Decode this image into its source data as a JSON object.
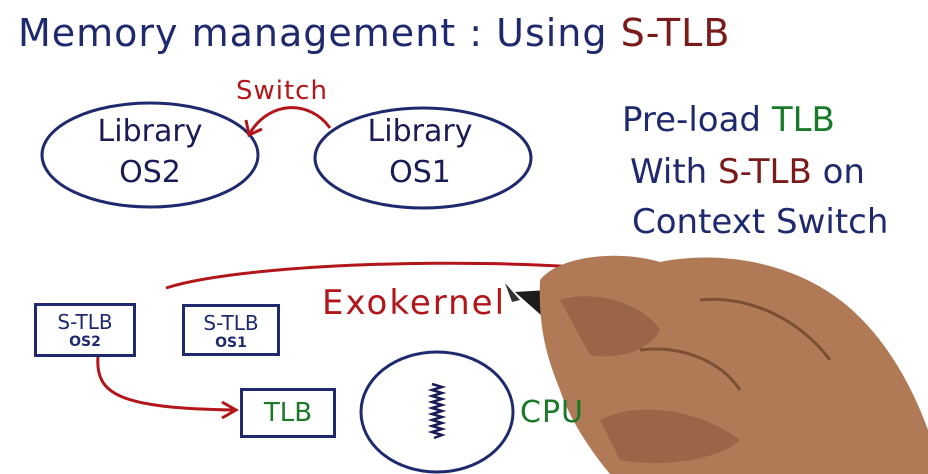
{
  "title": {
    "main": "Memory management : Using",
    "accent": "S-TLB"
  },
  "switch_label": "Switch",
  "library_os2": {
    "line1": "Library",
    "line2": "OS2"
  },
  "library_os1": {
    "line1": "Library",
    "line2": "OS1"
  },
  "note": {
    "line1_a": "Pre-load",
    "line1_b": "TLB",
    "line2_a": "With",
    "line2_b": "S-TLB",
    "line2_c": "on",
    "line3": "Context Switch"
  },
  "exokernel_label": "Exokernel",
  "stlb_os2": {
    "line1": "S-TLB",
    "line2": "OS2"
  },
  "stlb_os1": {
    "line1": "S-TLB",
    "line2": "OS1"
  },
  "tlb_label": "TLB",
  "cpu_label": "CPU",
  "colors": {
    "navy": "#1f2a6e",
    "red": "#b3161a",
    "green": "#1a7a2a",
    "maroon": "#7a1a1a"
  }
}
